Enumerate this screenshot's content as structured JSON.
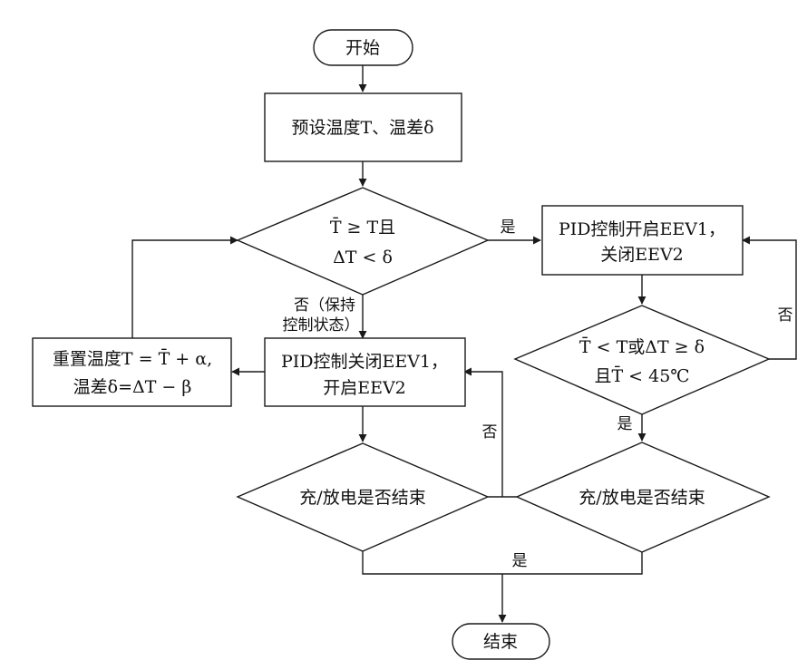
{
  "nodes": {
    "start": "开始",
    "preset": "预设温度T、温差δ",
    "decision1_line1": "T̄ ≥ T且",
    "decision1_line2": "ΔT < δ",
    "pid_open_line1": "PID控制开启EEV1，",
    "pid_open_line2": "关闭EEV2",
    "decision2_line1": "T̄ < T或ΔT ≥ δ",
    "decision2_line2": "且T̄ < 45℃",
    "pid_close_line1": "PID控制关闭EEV1，",
    "pid_close_line2": "开启EEV2",
    "reset_line1": "重置温度T = T̄ + α,",
    "reset_line2": "温差δ=ΔT − β",
    "check_left": "充/放电是否结束",
    "check_right": "充/放电是否结束",
    "end": "结束"
  },
  "edge_labels": {
    "d1_yes": "是",
    "d1_no_line1": "否（保持",
    "d1_no_line2": "控制状态）",
    "d2_no": "否",
    "d2_yes": "是",
    "check_no": "否",
    "check_yes": "是"
  }
}
